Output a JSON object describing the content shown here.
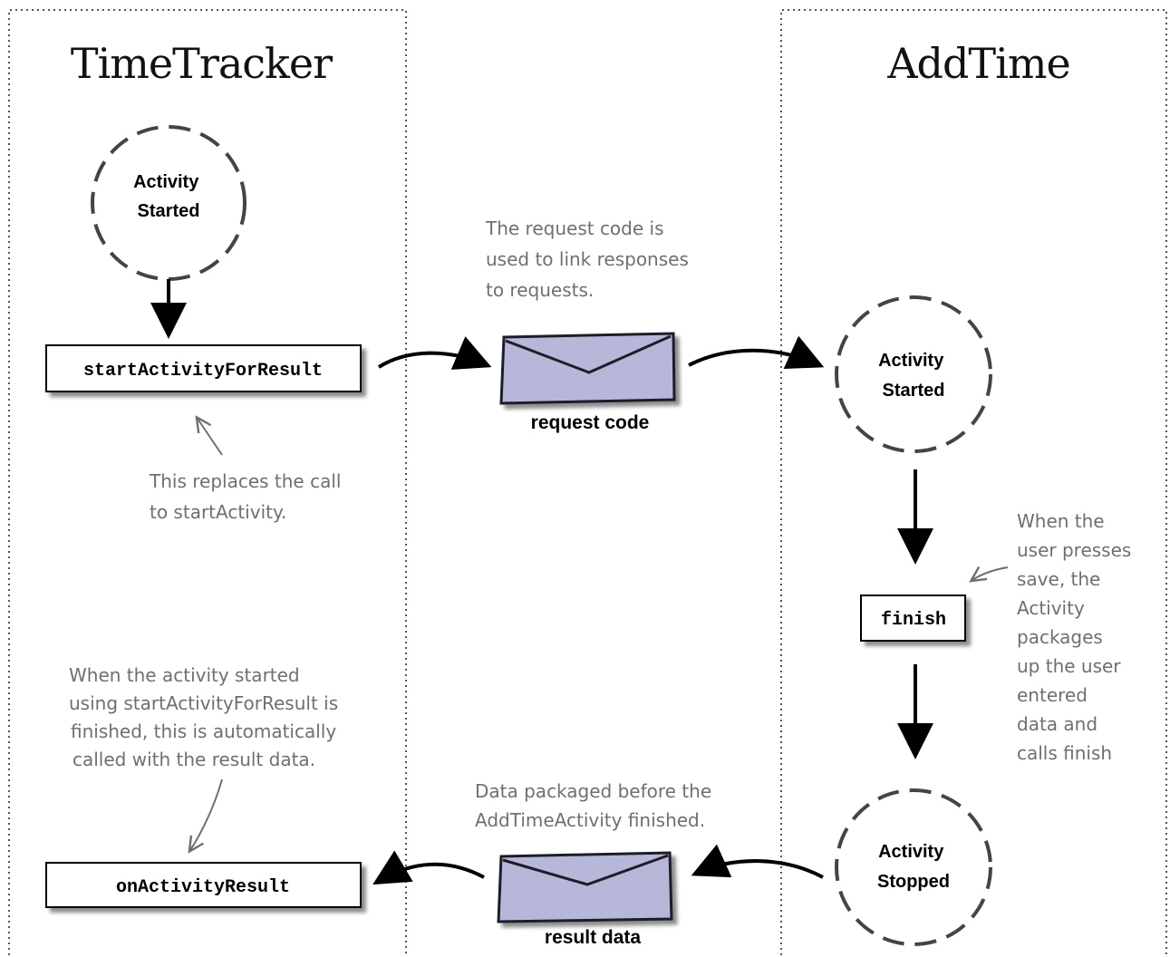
{
  "lanes": {
    "left_title": "TimeTracker",
    "right_title": "AddTime"
  },
  "nodes": {
    "tt_start": [
      "Activity",
      "Started"
    ],
    "at_start": [
      "Activity",
      "Started"
    ],
    "at_stop": [
      "Activity",
      "Stopped"
    ],
    "start_for_result": "startActivityForResult",
    "finish": "finish",
    "on_activity_result": "onActivityResult",
    "request_envelope": "request code",
    "result_envelope": "result data"
  },
  "notes": {
    "request_code": [
      "The request code is",
      "used to link responses",
      "to requests."
    ],
    "replaces_call": [
      "This replaces the call",
      "to startActivity."
    ],
    "user_presses_save": [
      "When the",
      "user presses",
      "save, the",
      "Activity",
      "packages",
      "up the user",
      "entered",
      "data and",
      "calls finish"
    ],
    "on_result": [
      "When the activity started",
      "using startActivityForResult is",
      "finished, this is automatically",
      "called with the result data."
    ],
    "data_packaged": [
      "Data packaged before the",
      "AddTimeActivity finished."
    ]
  },
  "colors": {
    "envelope_fill": "#b7b7d9",
    "note_text": "#6f6f6f",
    "circle_stroke": "#444444",
    "lane_border": "#555555"
  }
}
